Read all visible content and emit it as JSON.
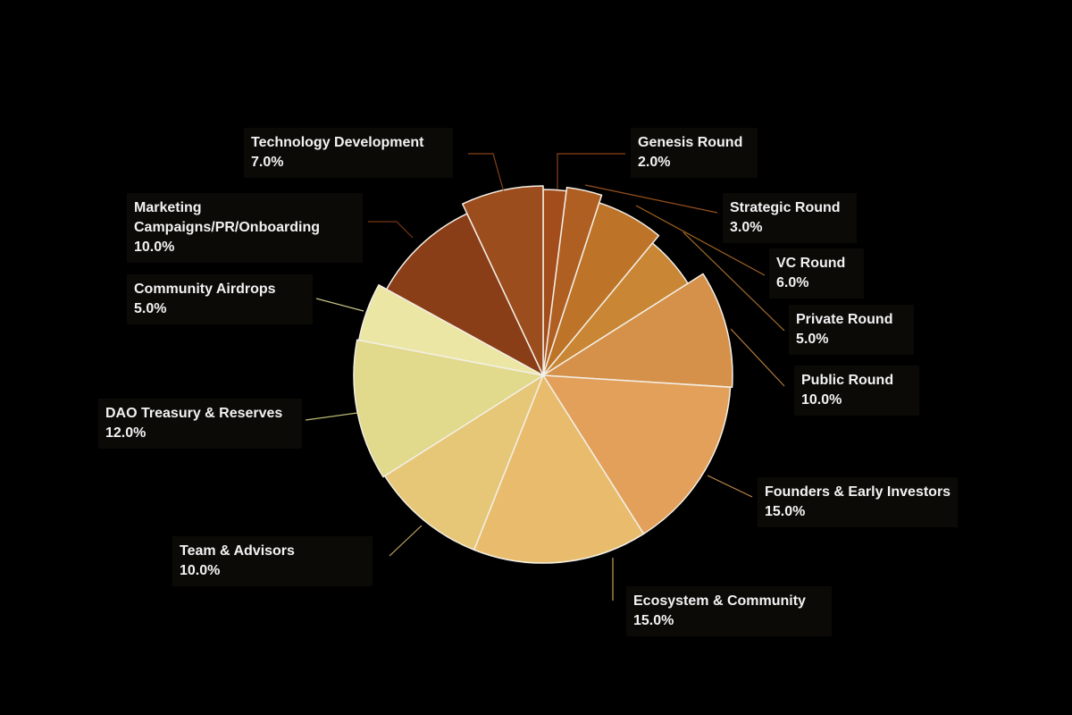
{
  "chart_data": {
    "type": "pie",
    "title": "",
    "legend": "none",
    "slices": [
      {
        "label": "Genesis Round",
        "value": 2.0,
        "value_label": "2.0%",
        "color": "#a44d1c"
      },
      {
        "label": "Strategic Round",
        "value": 3.0,
        "value_label": "3.0%",
        "color": "#b05f22"
      },
      {
        "label": "VC Round",
        "value": 6.0,
        "value_label": "6.0%",
        "color": "#be7428"
      },
      {
        "label": "Private Round",
        "value": 5.0,
        "value_label": "5.0%",
        "color": "#c98634"
      },
      {
        "label": "Public Round",
        "value": 10.0,
        "value_label": "10.0%",
        "color": "#d5914a"
      },
      {
        "label": "Founders & Early Investors",
        "value": 15.0,
        "value_label": "15.0%",
        "color": "#e3a05a"
      },
      {
        "label": "Ecosystem & Community",
        "value": 15.0,
        "value_label": "15.0%",
        "color": "#e8bc6c"
      },
      {
        "label": "Team & Advisors",
        "value": 10.0,
        "value_label": "10.0%",
        "color": "#e6c777"
      },
      {
        "label": "DAO Treasury & Reserves",
        "value": 12.0,
        "value_label": "12.0%",
        "color": "#e1d98b"
      },
      {
        "label": "Community Airdrops",
        "value": 5.0,
        "value_label": "5.0%",
        "color": "#ece6a4"
      },
      {
        "label": "Marketing Campaigns/PR/Onboarding",
        "label_lines": [
          "Marketing",
          "Campaigns/PR/Onboarding"
        ],
        "value": 10.0,
        "value_label": "10.0%",
        "color": "#8a3e18"
      },
      {
        "label": "Technology Development",
        "value": 7.0,
        "value_label": "7.0%",
        "color": "#9c4d1e"
      }
    ]
  }
}
